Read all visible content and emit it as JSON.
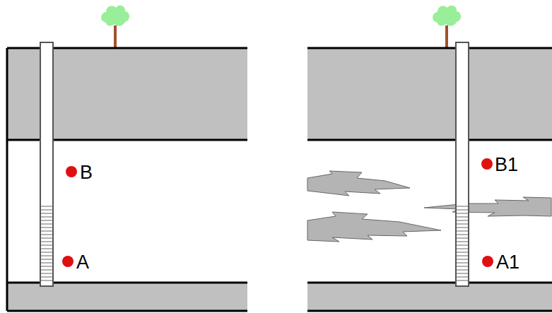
{
  "diagram": {
    "labels": [
      "B",
      "A",
      "B1",
      "A1"
    ]
  }
}
